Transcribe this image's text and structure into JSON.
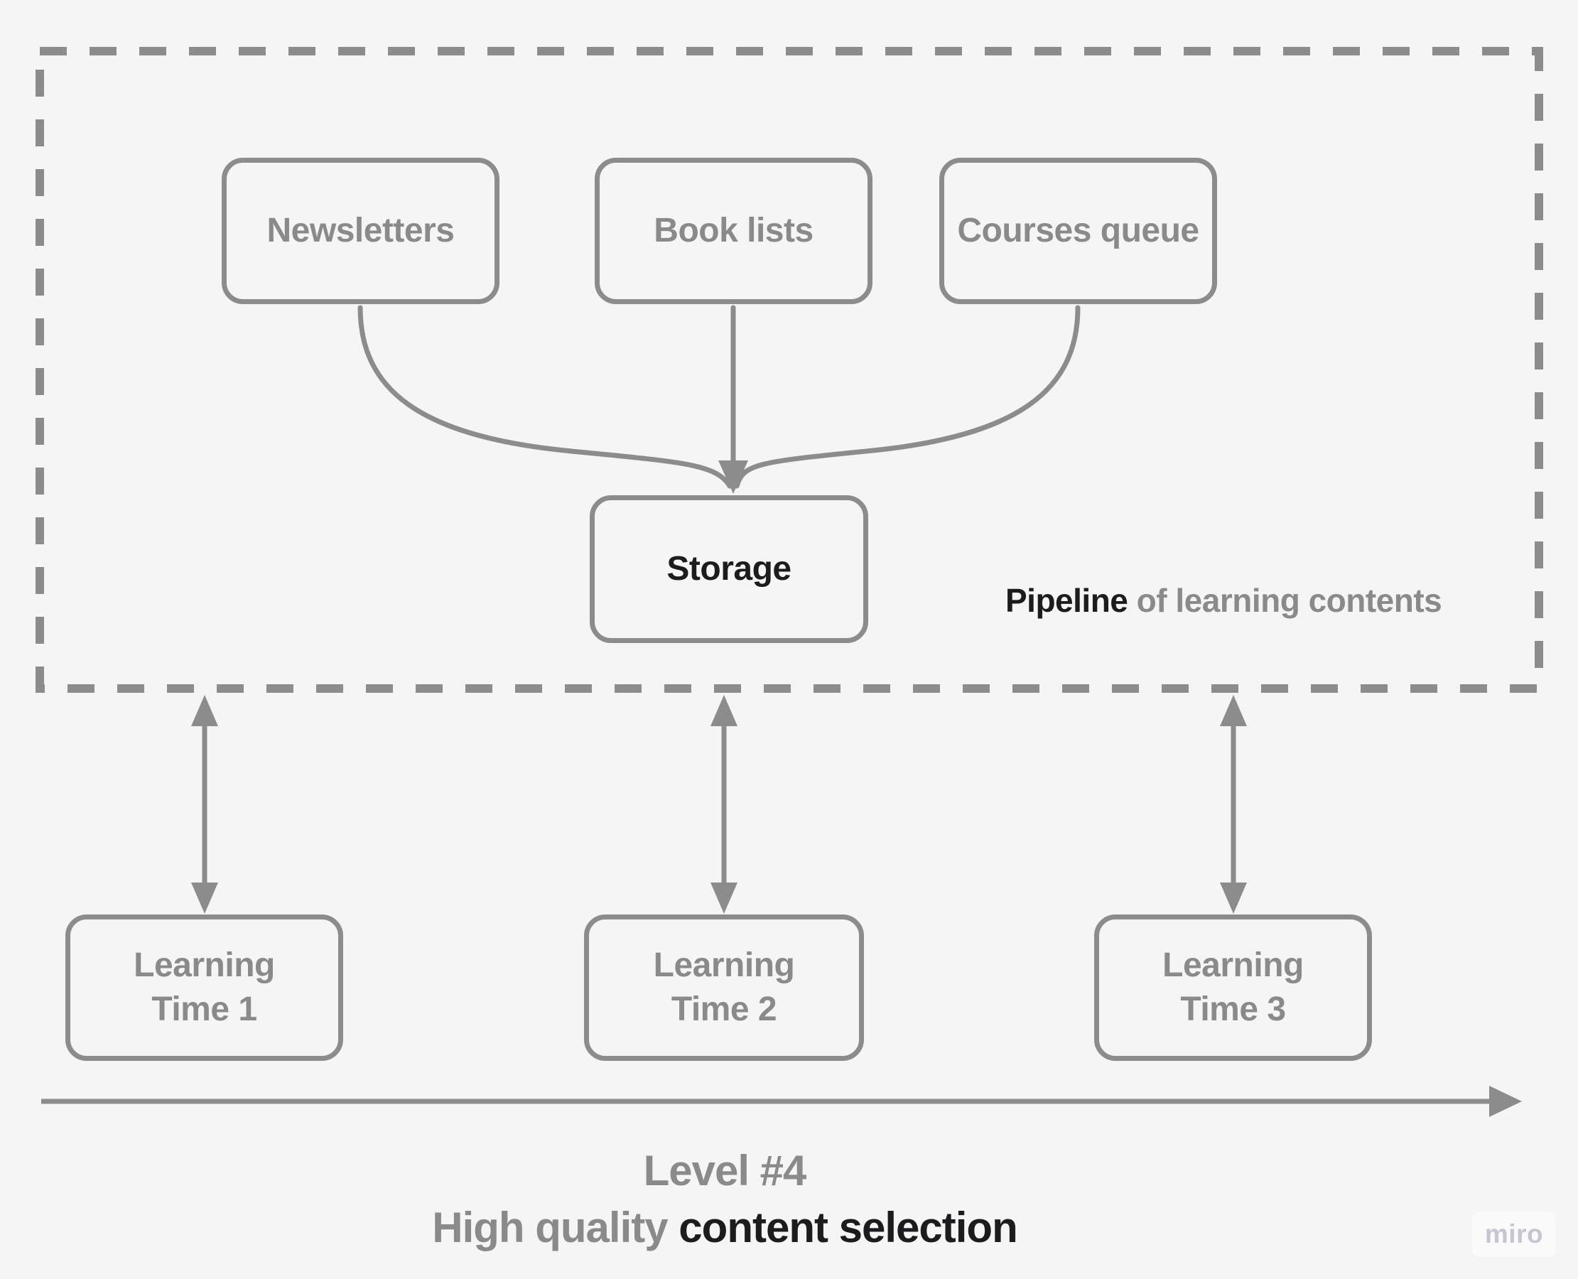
{
  "colors": {
    "background": "#f5f5f6",
    "stroke": "#8c8c8c",
    "gray_text": "#8a8a8a",
    "dark_text": "#1c1c1e",
    "watermark_text": "#c5c6cf"
  },
  "nodes": {
    "newsletters": {
      "label": "Newsletters"
    },
    "book_lists": {
      "label": "Book lists"
    },
    "courses_queue": {
      "label": "Courses queue"
    },
    "storage": {
      "label": "Storage"
    },
    "lt1": {
      "line1": "Learning",
      "line2": "Time 1"
    },
    "lt2": {
      "line1": "Learning",
      "line2": "Time 2"
    },
    "lt3": {
      "line1": "Learning",
      "line2": "Time 3"
    }
  },
  "edges": [
    {
      "from": "newsletters",
      "to": "storage",
      "arrow": "end"
    },
    {
      "from": "book_lists",
      "to": "storage",
      "arrow": "end"
    },
    {
      "from": "courses_queue",
      "to": "storage",
      "arrow": "end"
    },
    {
      "from": "pipeline_frame",
      "to": "lt1",
      "arrow": "both"
    },
    {
      "from": "pipeline_frame",
      "to": "lt2",
      "arrow": "both"
    },
    {
      "from": "pipeline_frame",
      "to": "lt3",
      "arrow": "both"
    }
  ],
  "caption": {
    "bold": "Pipeline",
    "rest": "of learning contents"
  },
  "footer": {
    "level": "Level #4",
    "quality": "High quality",
    "selection": "content selection"
  },
  "watermark": {
    "label": "miro"
  }
}
